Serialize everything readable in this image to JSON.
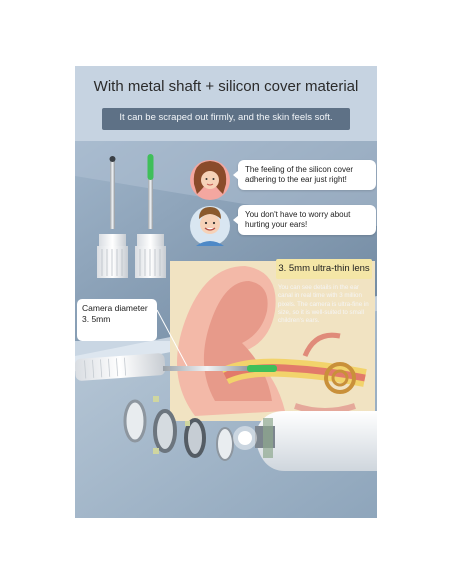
{
  "header": {
    "title": "With metal shaft + silicon cover material",
    "subtitle": "It can be scraped out firmly, and the skin feels soft."
  },
  "bubbles": [
    {
      "text": "The feeling of the silicon cover adhering to the ear just right!"
    },
    {
      "text": "You don't have to worry about hurting your ears!"
    }
  ],
  "lens": {
    "title": "3. 5mm ultra-thin lens",
    "description": "You can see details in the ear canal in real time with 3 million pixels. The camera is ultra-fine in size, so it is well-suited to small children's ears."
  },
  "camera_label": "Camera diameter 3. 5mm",
  "colors": {
    "title_bg": "#c6d3e1",
    "subtitle_bg": "#5e7186",
    "lens_bar": "#f4e6a6",
    "silicon_tip": "#3fbf5a"
  }
}
